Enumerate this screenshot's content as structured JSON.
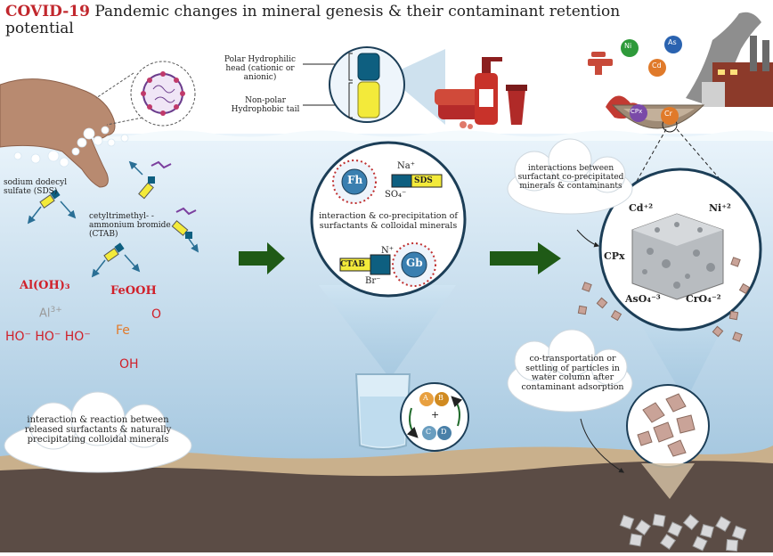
{
  "title": {
    "prefix": "COVID-19",
    "rest": " Pandemic changes in mineral genesis & their contaminant retention potential"
  },
  "surfactant_legend": {
    "head_label": "Polar Hydrophilic head (cationic or anionic)",
    "tail_label": "Non-polar Hydrophobic tail"
  },
  "left_panel": {
    "sds_label": "sodium dodecyl sulfate (SDS)",
    "ctab_label": "cetyltrimethyl- -ammonium bromide (CTAB)",
    "aloh3": "Al(OH)₃",
    "feooh": "FeOOH",
    "al_ion": "Al",
    "al_charge": "3+",
    "hydroxide": "HO⁻ HO⁻ HO⁻",
    "fe": "Fe",
    "o": "O",
    "oh": "OH",
    "cloud_text": "interaction & reaction between released surfactants & naturally precipitating colloidal minerals"
  },
  "center_panel": {
    "fh": "Fh",
    "gb": "Gb",
    "na": "Na⁺",
    "sds": "SDS",
    "so4": "SO₄⁻",
    "ctab": "CTAB",
    "n_plus": "N⁺",
    "br": "Br⁻",
    "caption": "interaction & co-precipitation of surfactants & colloidal minerals",
    "bubble_a": "A",
    "bubble_b": "B",
    "bubble_c": "C",
    "bubble_d": "D",
    "plus": "+"
  },
  "right_panel": {
    "cloud1_text": "interactions between surfactant co-precipitated minerals & contaminants",
    "cd": "Cd⁺²",
    "ni": "Ni⁺²",
    "cpx": "CPx",
    "aso4": "AsO₄⁻³",
    "cro4": "CrO₄⁻²",
    "cloud2_text": "co-transportation or settling of particles in water column after contaminant adsorption"
  },
  "top_right": {
    "ni": "Ni",
    "as": "As",
    "cd": "Cd",
    "cpx": "CPx",
    "cr": "Cr"
  },
  "colors": {
    "water_top": "#e6f2fa",
    "water_bottom": "#a9cbe3",
    "sediment": "#5a4a44",
    "sand": "#c9b08c",
    "arrow_green": "#1f5a16",
    "title_red": "#c1272d",
    "surf_blue": "#0e5f80",
    "surf_yellow": "#f3ea3a"
  }
}
